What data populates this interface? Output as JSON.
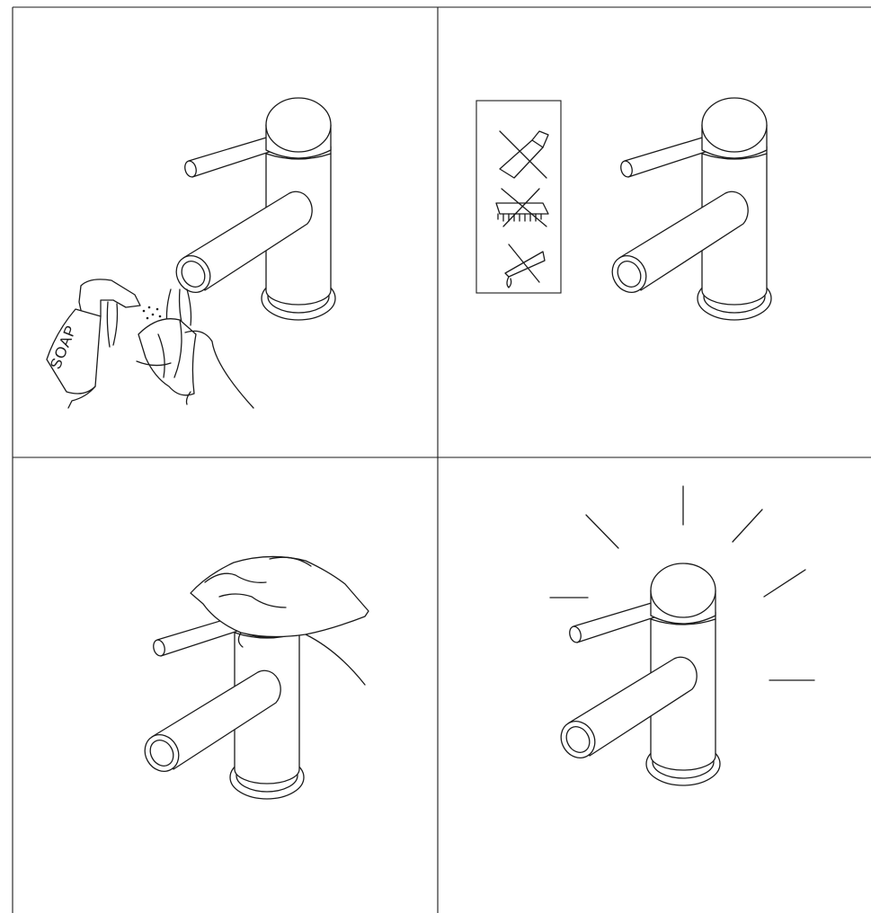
{
  "panels": [
    {
      "id": "apply-soap",
      "bottle_label": "SOAP"
    },
    {
      "id": "avoid-abrasives",
      "prohibited": [
        "abrasive-cleaner-bottle-icon",
        "scrubbing-brush-icon",
        "solvent-tube-icon"
      ]
    },
    {
      "id": "dry-with-cloth"
    },
    {
      "id": "shiny-result"
    }
  ],
  "colors": {
    "line": "#1a1a1a",
    "background": "#ffffff"
  }
}
